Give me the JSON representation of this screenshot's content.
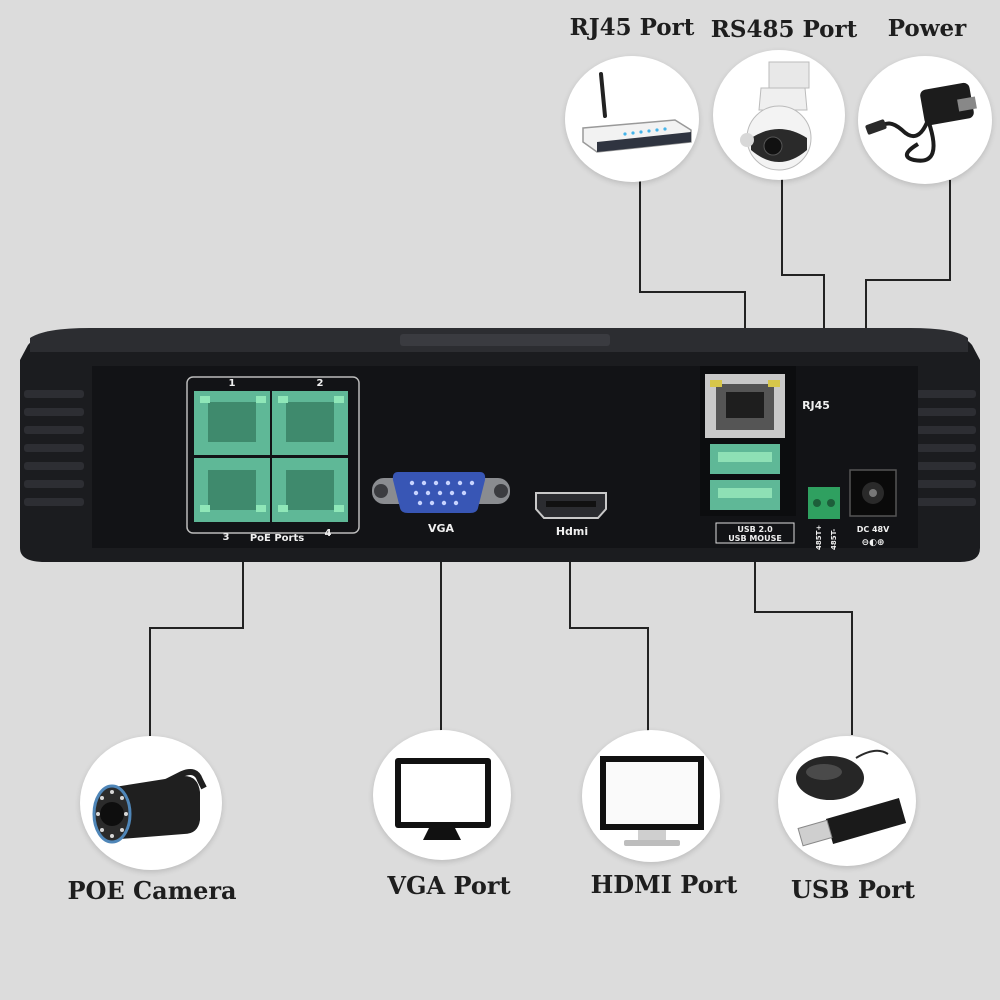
{
  "top_labels": {
    "rj45": "RJ45 Port",
    "rs485": "RS485 Port",
    "power": "Power"
  },
  "bottom_labels": {
    "poe_camera": "POE Camera",
    "vga": "VGA Port",
    "hdmi": "HDMI Port",
    "usb": "USB Port"
  },
  "device_labels": {
    "poe_ports": "PoE Ports",
    "port_1": "1",
    "port_2": "2",
    "port_3": "3",
    "port_4": "4",
    "vga": "VGA",
    "hdmi": "Hdmi",
    "rj45": "RJ45",
    "usb_line1": "USB 2.0",
    "usb_line2": "USB MOUSE",
    "rs485_a": "485T+",
    "rs485_b": "485T-",
    "dc": "DC 48V",
    "dc_symbol": "⊖◐⊕"
  },
  "colors": {
    "background": "#dcdcdc",
    "device_body": "#1b1c1f",
    "port_green": "#5fb897",
    "connector_line": "#222222"
  },
  "icons": [
    "router-icon",
    "ptz-camera-icon",
    "power-adapter-icon",
    "bullet-camera-icon",
    "monitor-icon",
    "desktop-monitor-icon",
    "mouse-icon",
    "usb-stick-icon"
  ]
}
